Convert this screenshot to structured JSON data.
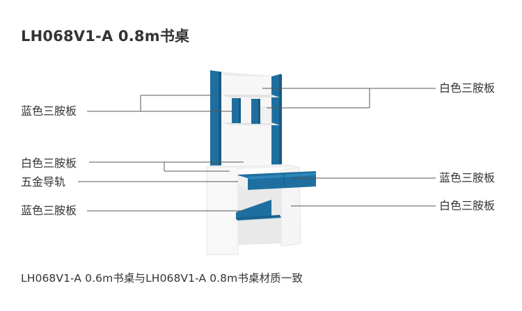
{
  "title": "LH068V1-A 0.8m书桌",
  "labels": {
    "left_1": "蓝色三胺板",
    "left_2": "白色三胺板",
    "left_3": "五金导轨",
    "left_4": "蓝色三胺板",
    "right_1": "白色三胺板",
    "right_2": "蓝色三胺板",
    "right_3": "白色三胺板"
  },
  "footnote": "LH068V1-A 0.6m书桌与LH068V1-A 0.8m书桌材质一致",
  "colors": {
    "blue_panel": "#1e6fa0",
    "blue_dark": "#165a85",
    "white_panel": "#f7f7f7",
    "shade": "#dedede",
    "line": "#555555"
  }
}
